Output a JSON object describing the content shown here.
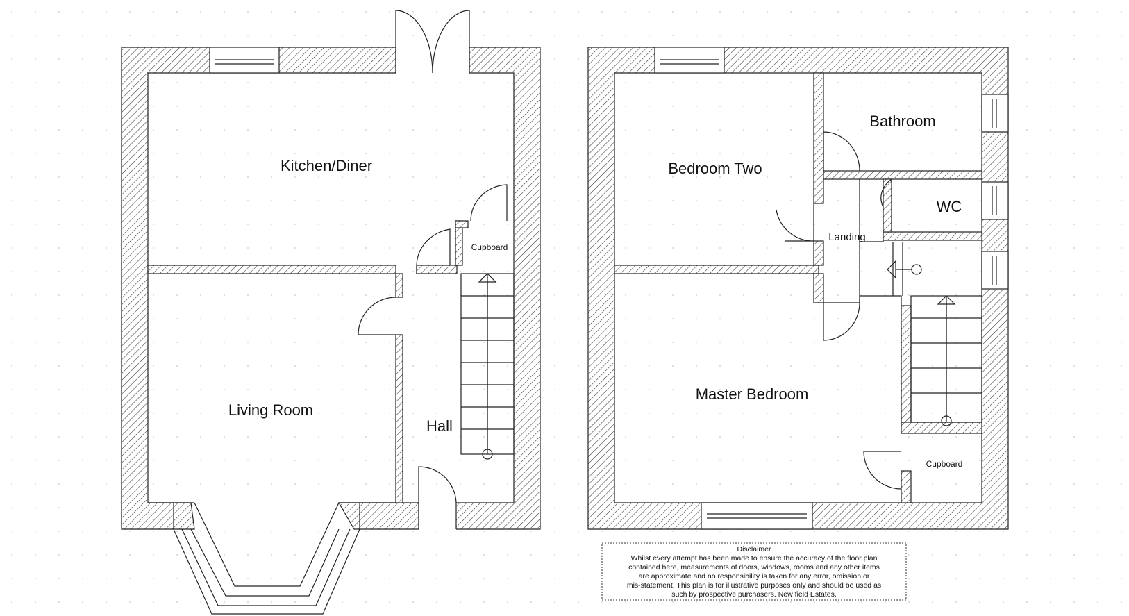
{
  "rooms": {
    "kitchen_diner": "Kitchen/Diner",
    "living_room": "Living Room",
    "hall": "Hall",
    "cupboard_ground": "Cupboard",
    "bedroom_two": "Bedroom Two",
    "bathroom": "Bathroom",
    "wc": "WC",
    "landing": "Landing",
    "master_bedroom": "Master Bedroom",
    "cupboard_first": "Cupboard"
  },
  "disclaimer": {
    "title": "Disclaimer",
    "lines": [
      "Whilst every attempt has been made to ensure the accuracy of the floor plan",
      "contained here, measurements of doors, windows, rooms and any other items",
      "are approximate and no responsibility is taken for any error, omission or",
      "mis-statement. This plan is for illustrative purposes only and should be used as",
      "such by prospective purchasers. New field Estates."
    ]
  },
  "colors": {
    "line": "#222222",
    "background": "#ffffff"
  }
}
